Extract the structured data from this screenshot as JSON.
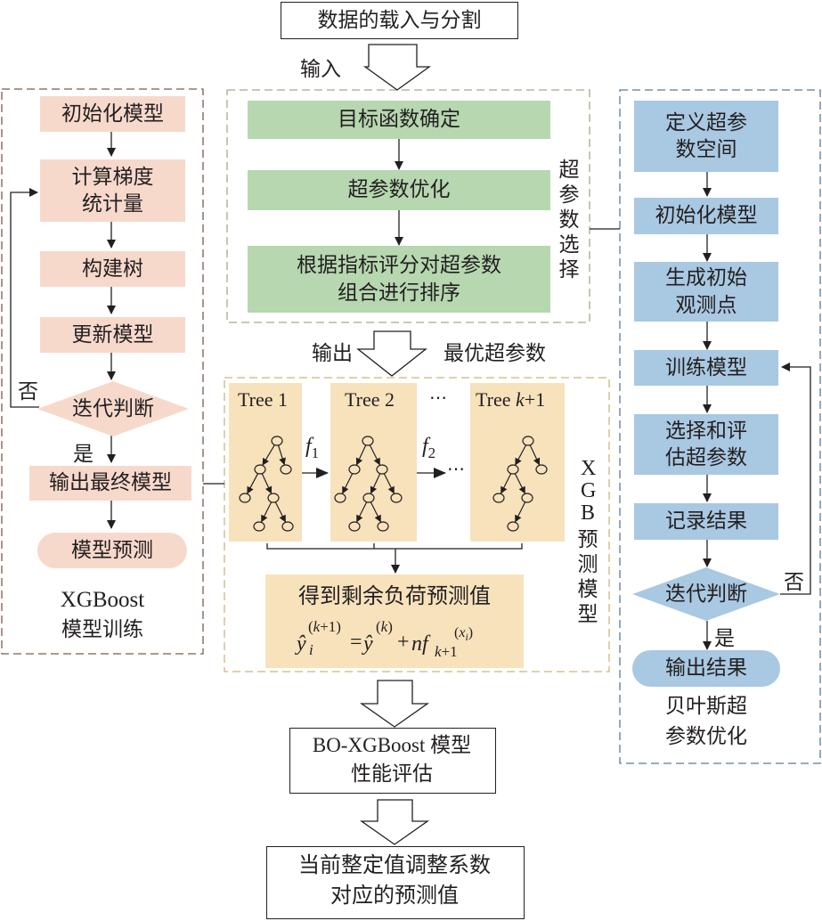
{
  "top": {
    "data_box": "数据的载入与分割",
    "input_label": "输入"
  },
  "left_panel": {
    "caption_line1": "XGBoost",
    "caption_line2": "模型训练",
    "steps": [
      "初始化模型",
      "计算梯度\n统计量",
      "构建树",
      "更新模型"
    ],
    "decision": "迭代判断",
    "no_label": "否",
    "yes_label": "是",
    "output": "输出最终模型",
    "terminal": "模型预测"
  },
  "hyper_panel": {
    "side_label": "超参数选择",
    "steps": [
      "目标函数确定",
      "超参数优化",
      "根据指标评分对超参数\n组合进行排序"
    ],
    "output_label": "输出",
    "best_label": "最优超参数"
  },
  "xgb_panel": {
    "side_label_latin": "XGB",
    "side_label_cn": "预测模型",
    "trees": [
      "Tree 1",
      "Tree 2",
      "Tree k+1"
    ],
    "f1": "f",
    "f1_sub": "1",
    "f2": "f",
    "f2_sub": "2",
    "ellipsis": "⋯",
    "result_title": "得到剩余负荷预测值",
    "formula": "ŷ_i^(k+1) = ŷ^(k) + n f_(k+1)(x_i)"
  },
  "right_panel": {
    "caption_line1": "贝叶斯超",
    "caption_line2": "参数优化",
    "steps": [
      "定义超参\n数空间",
      "初始化模型",
      "生成初始\n观测点",
      "训练模型",
      "选择和评\n估超参数",
      "记录结果"
    ],
    "decision": "迭代判断",
    "no_label": "否",
    "yes_label": "是",
    "terminal": "输出结果"
  },
  "bottom": {
    "eval_line1": "BO-XGBoost 模型",
    "eval_line2": "性能评估",
    "final_line1": "当前整定值调整系数",
    "final_line2": "对应的预测值"
  },
  "colors": {
    "left_fill": "#f7d9cc",
    "hyper_fill": "#b6d7b0",
    "xgb_fill": "#f7e2bc",
    "right_fill": "#a9c8e2",
    "left_border": "#7a5a4e",
    "hyper_border": "#9dae8a",
    "xgb_border": "#c9b87a",
    "right_border": "#5a7a96"
  }
}
